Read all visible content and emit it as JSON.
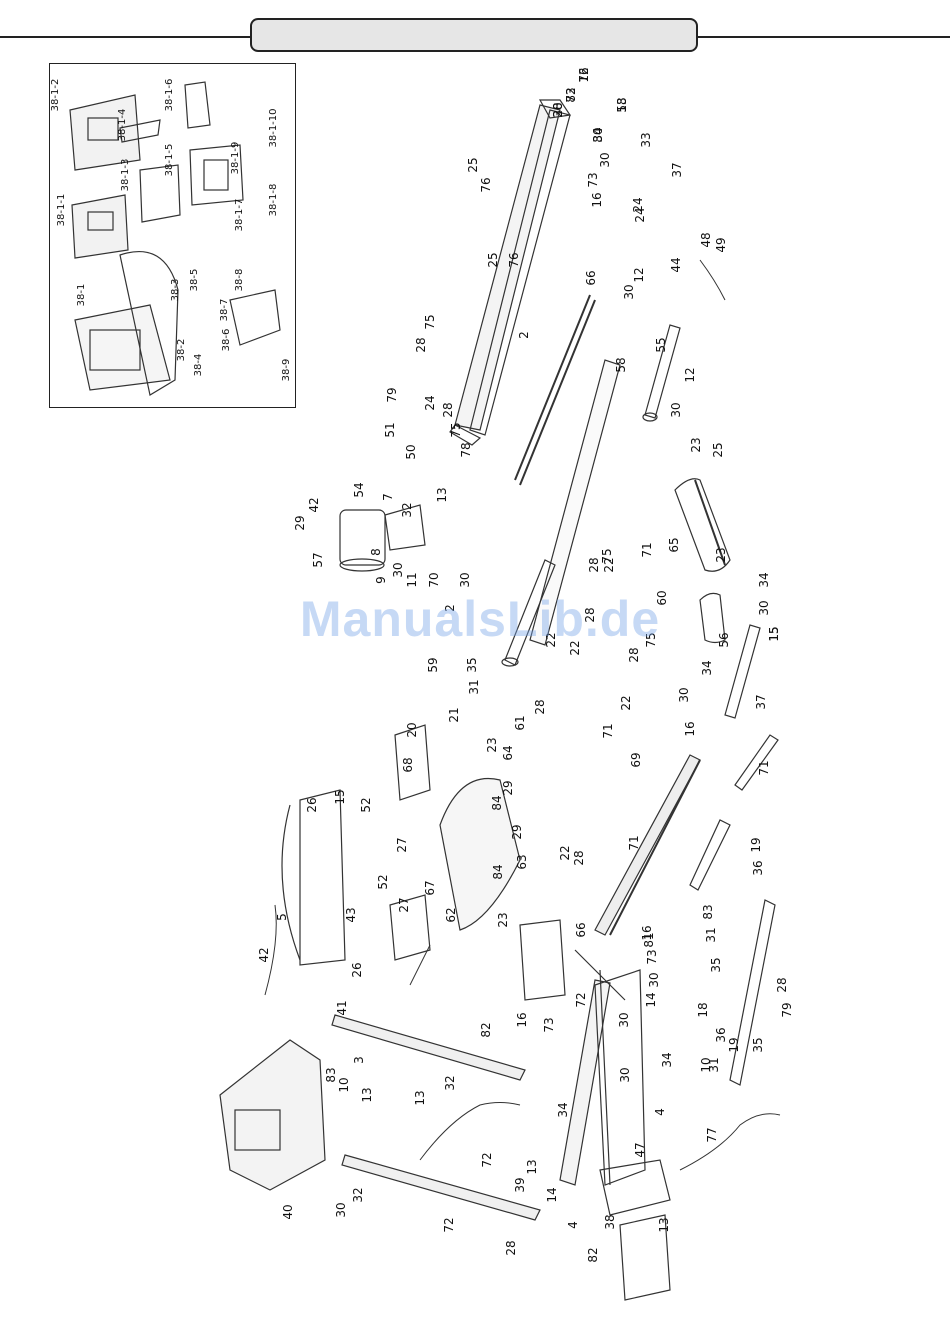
{
  "header": {
    "title": ""
  },
  "watermark": "ManualsLib.de",
  "inset_labels": [
    "38-1-2",
    "38-1-6",
    "38-1-4",
    "38-1-10",
    "38-1-3",
    "38-1-5",
    "38-1-9",
    "38-1-1",
    "38-1-7",
    "38-1-8",
    "38-1",
    "38-3",
    "38-5",
    "38-8",
    "38-2",
    "38-7",
    "38-6",
    "38-4",
    "38-9"
  ],
  "main_labels": [
    "16",
    "73",
    "30",
    "53",
    "34",
    "30",
    "73",
    "16",
    "24",
    "33",
    "37",
    "76",
    "25",
    "25",
    "76",
    "24",
    "66",
    "2",
    "44",
    "48",
    "49",
    "12",
    "30",
    "55",
    "12",
    "30",
    "58",
    "79",
    "28",
    "75",
    "51",
    "24",
    "28",
    "75",
    "50",
    "78",
    "23",
    "25",
    "42",
    "54",
    "29",
    "7",
    "32",
    "13",
    "57",
    "8",
    "9",
    "30",
    "11",
    "70",
    "30",
    "2",
    "75",
    "28",
    "22",
    "71",
    "65",
    "23",
    "34",
    "30",
    "15",
    "60",
    "56",
    "59",
    "35",
    "31",
    "21",
    "20",
    "61",
    "28",
    "22",
    "28",
    "75",
    "22",
    "28",
    "34",
    "30",
    "16",
    "71",
    "37",
    "22",
    "71",
    "69",
    "68",
    "26",
    "15",
    "52",
    "27",
    "64",
    "23",
    "29",
    "84",
    "29",
    "71",
    "28",
    "22",
    "19",
    "36",
    "84",
    "63",
    "42",
    "5",
    "43",
    "52",
    "27",
    "67",
    "62",
    "23",
    "66",
    "81",
    "83",
    "31",
    "35",
    "16",
    "73",
    "30",
    "10",
    "15",
    "26",
    "41",
    "14",
    "34",
    "30",
    "16",
    "73",
    "72",
    "82",
    "28",
    "79",
    "18",
    "36",
    "19",
    "35",
    "31",
    "83",
    "3",
    "10",
    "13",
    "32",
    "30",
    "13",
    "34",
    "4",
    "72",
    "47",
    "77",
    "30",
    "32",
    "40",
    "72",
    "39",
    "13",
    "14",
    "38",
    "4",
    "82",
    "28",
    "13",
    "72",
    "82",
    "28",
    "18",
    "80"
  ]
}
